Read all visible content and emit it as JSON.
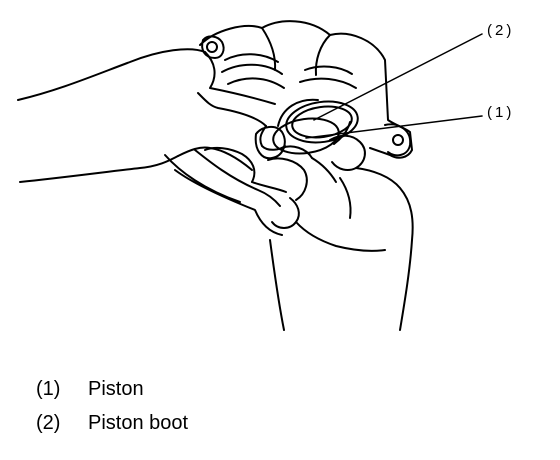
{
  "callouts": [
    {
      "label": "(2)"
    },
    {
      "label": "(1)"
    }
  ],
  "legend": [
    {
      "number": "(1)",
      "text": "Piston"
    },
    {
      "number": "(2)",
      "text": "Piston boot"
    }
  ]
}
